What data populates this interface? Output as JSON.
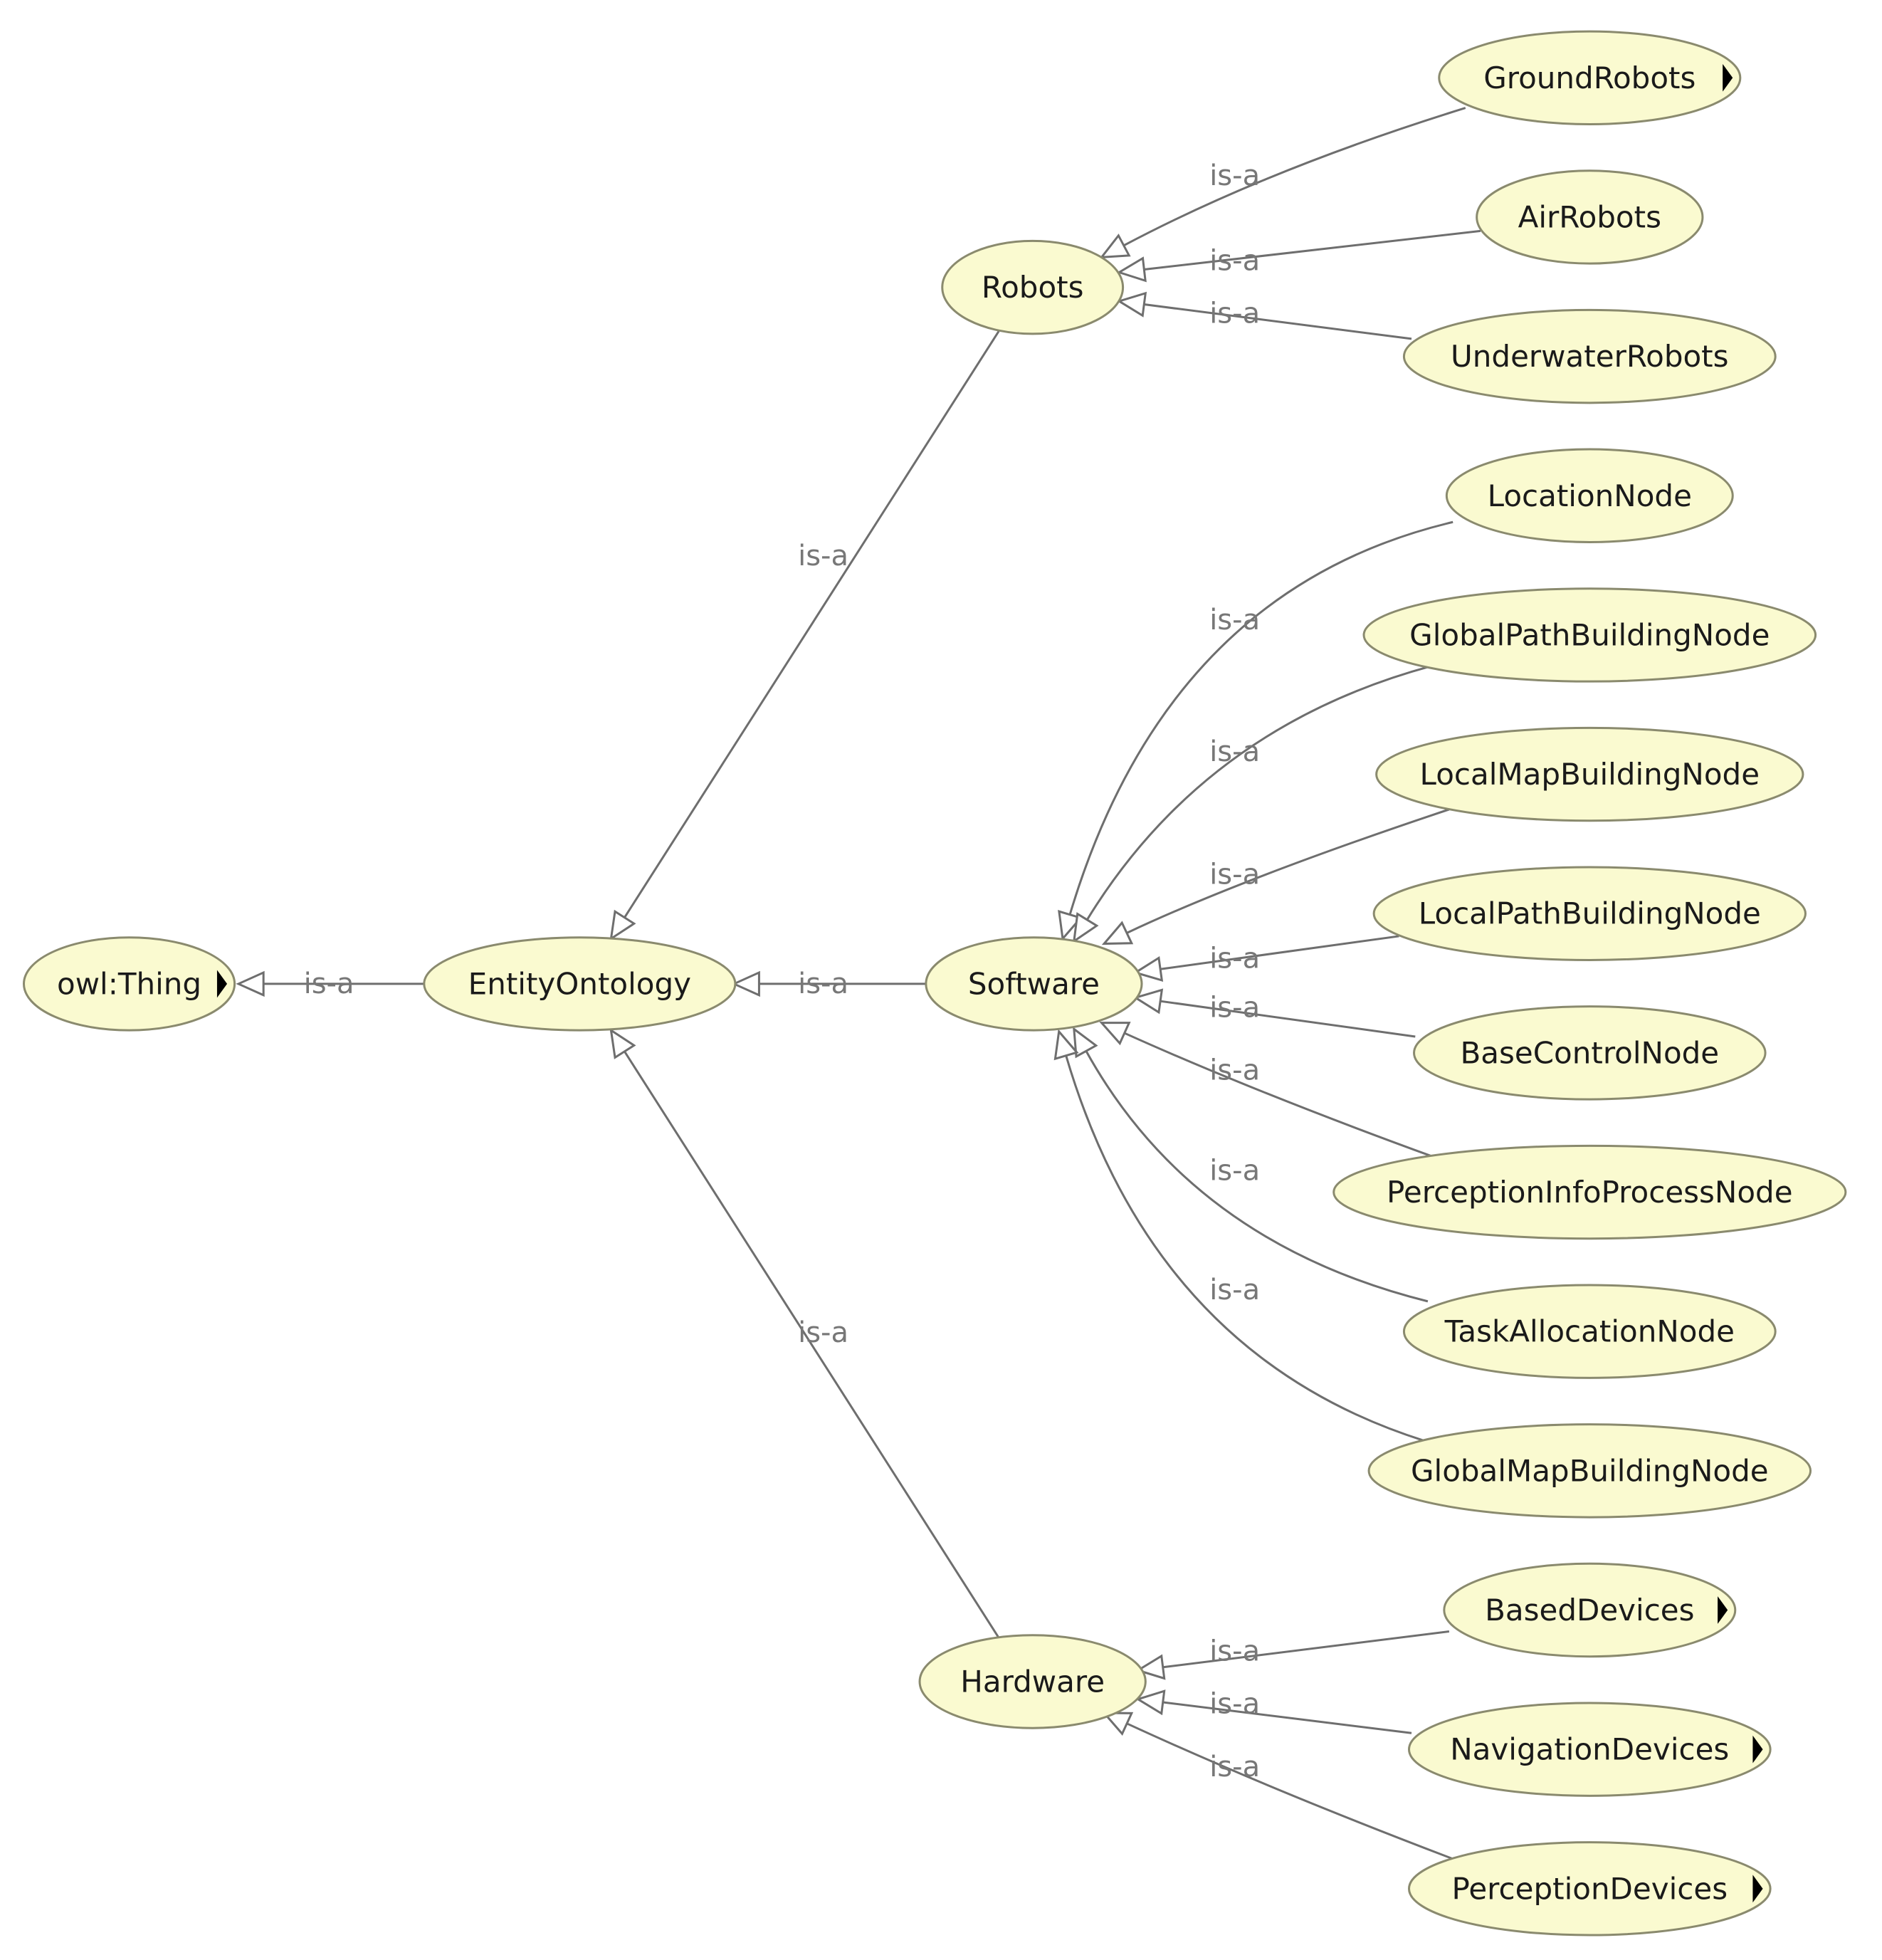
{
  "diagram": {
    "nodes": [
      {
        "id": "owl_thing",
        "label": "owl:Thing",
        "expandable": true
      },
      {
        "id": "entity_ontology",
        "label": "EntityOntology",
        "expandable": false
      },
      {
        "id": "robots",
        "label": "Robots",
        "expandable": false
      },
      {
        "id": "software",
        "label": "Software",
        "expandable": false
      },
      {
        "id": "hardware",
        "label": "Hardware",
        "expandable": false
      },
      {
        "id": "ground_robots",
        "label": "GroundRobots",
        "expandable": true
      },
      {
        "id": "air_robots",
        "label": "AirRobots",
        "expandable": false
      },
      {
        "id": "underwater_robots",
        "label": "UnderwaterRobots",
        "expandable": false
      },
      {
        "id": "location_node",
        "label": "LocationNode",
        "expandable": false
      },
      {
        "id": "global_path_building_node",
        "label": "GlobalPathBuildingNode",
        "expandable": false
      },
      {
        "id": "local_map_building_node",
        "label": "LocalMapBuildingNode",
        "expandable": false
      },
      {
        "id": "local_path_building_node",
        "label": "LocalPathBuildingNode",
        "expandable": false
      },
      {
        "id": "base_control_node",
        "label": "BaseControlNode",
        "expandable": false
      },
      {
        "id": "perception_info_process_node",
        "label": "PerceptionInfoProcessNode",
        "expandable": false
      },
      {
        "id": "task_allocation_node",
        "label": "TaskAllocationNode",
        "expandable": false
      },
      {
        "id": "global_map_building_node",
        "label": "GlobalMapBuildingNode",
        "expandable": false
      },
      {
        "id": "based_devices",
        "label": "BasedDevices",
        "expandable": true
      },
      {
        "id": "navigation_devices",
        "label": "NavigationDevices",
        "expandable": true
      },
      {
        "id": "perception_devices",
        "label": "PerceptionDevices",
        "expandable": true
      }
    ],
    "edges": [
      {
        "id": "e_entity_thing",
        "from": "entity_ontology",
        "to": "owl_thing",
        "label": "is-a"
      },
      {
        "id": "e_robots_entity",
        "from": "robots",
        "to": "entity_ontology",
        "label": "is-a"
      },
      {
        "id": "e_software_entity",
        "from": "software",
        "to": "entity_ontology",
        "label": "is-a"
      },
      {
        "id": "e_hardware_entity",
        "from": "hardware",
        "to": "entity_ontology",
        "label": "is-a"
      },
      {
        "id": "e_ground_robots",
        "from": "ground_robots",
        "to": "robots",
        "label": "is-a"
      },
      {
        "id": "e_air_robots",
        "from": "air_robots",
        "to": "robots",
        "label": "is-a"
      },
      {
        "id": "e_underwater_robots",
        "from": "underwater_robots",
        "to": "robots",
        "label": "is-a"
      },
      {
        "id": "e_location_node",
        "from": "location_node",
        "to": "software",
        "label": "is-a"
      },
      {
        "id": "e_global_path",
        "from": "global_path_building_node",
        "to": "software",
        "label": "is-a"
      },
      {
        "id": "e_local_map",
        "from": "local_map_building_node",
        "to": "software",
        "label": "is-a"
      },
      {
        "id": "e_local_path",
        "from": "local_path_building_node",
        "to": "software",
        "label": "is-a"
      },
      {
        "id": "e_base_control",
        "from": "base_control_node",
        "to": "software",
        "label": "is-a"
      },
      {
        "id": "e_perception_info",
        "from": "perception_info_process_node",
        "to": "software",
        "label": "is-a"
      },
      {
        "id": "e_task_allocation",
        "from": "task_allocation_node",
        "to": "software",
        "label": "is-a"
      },
      {
        "id": "e_global_map",
        "from": "global_map_building_node",
        "to": "software",
        "label": "is-a"
      },
      {
        "id": "e_based_devices",
        "from": "based_devices",
        "to": "hardware",
        "label": "is-a"
      },
      {
        "id": "e_navigation_devices",
        "from": "navigation_devices",
        "to": "hardware",
        "label": "is-a"
      },
      {
        "id": "e_perception_devices",
        "from": "perception_devices",
        "to": "hardware",
        "label": "is-a"
      }
    ]
  }
}
